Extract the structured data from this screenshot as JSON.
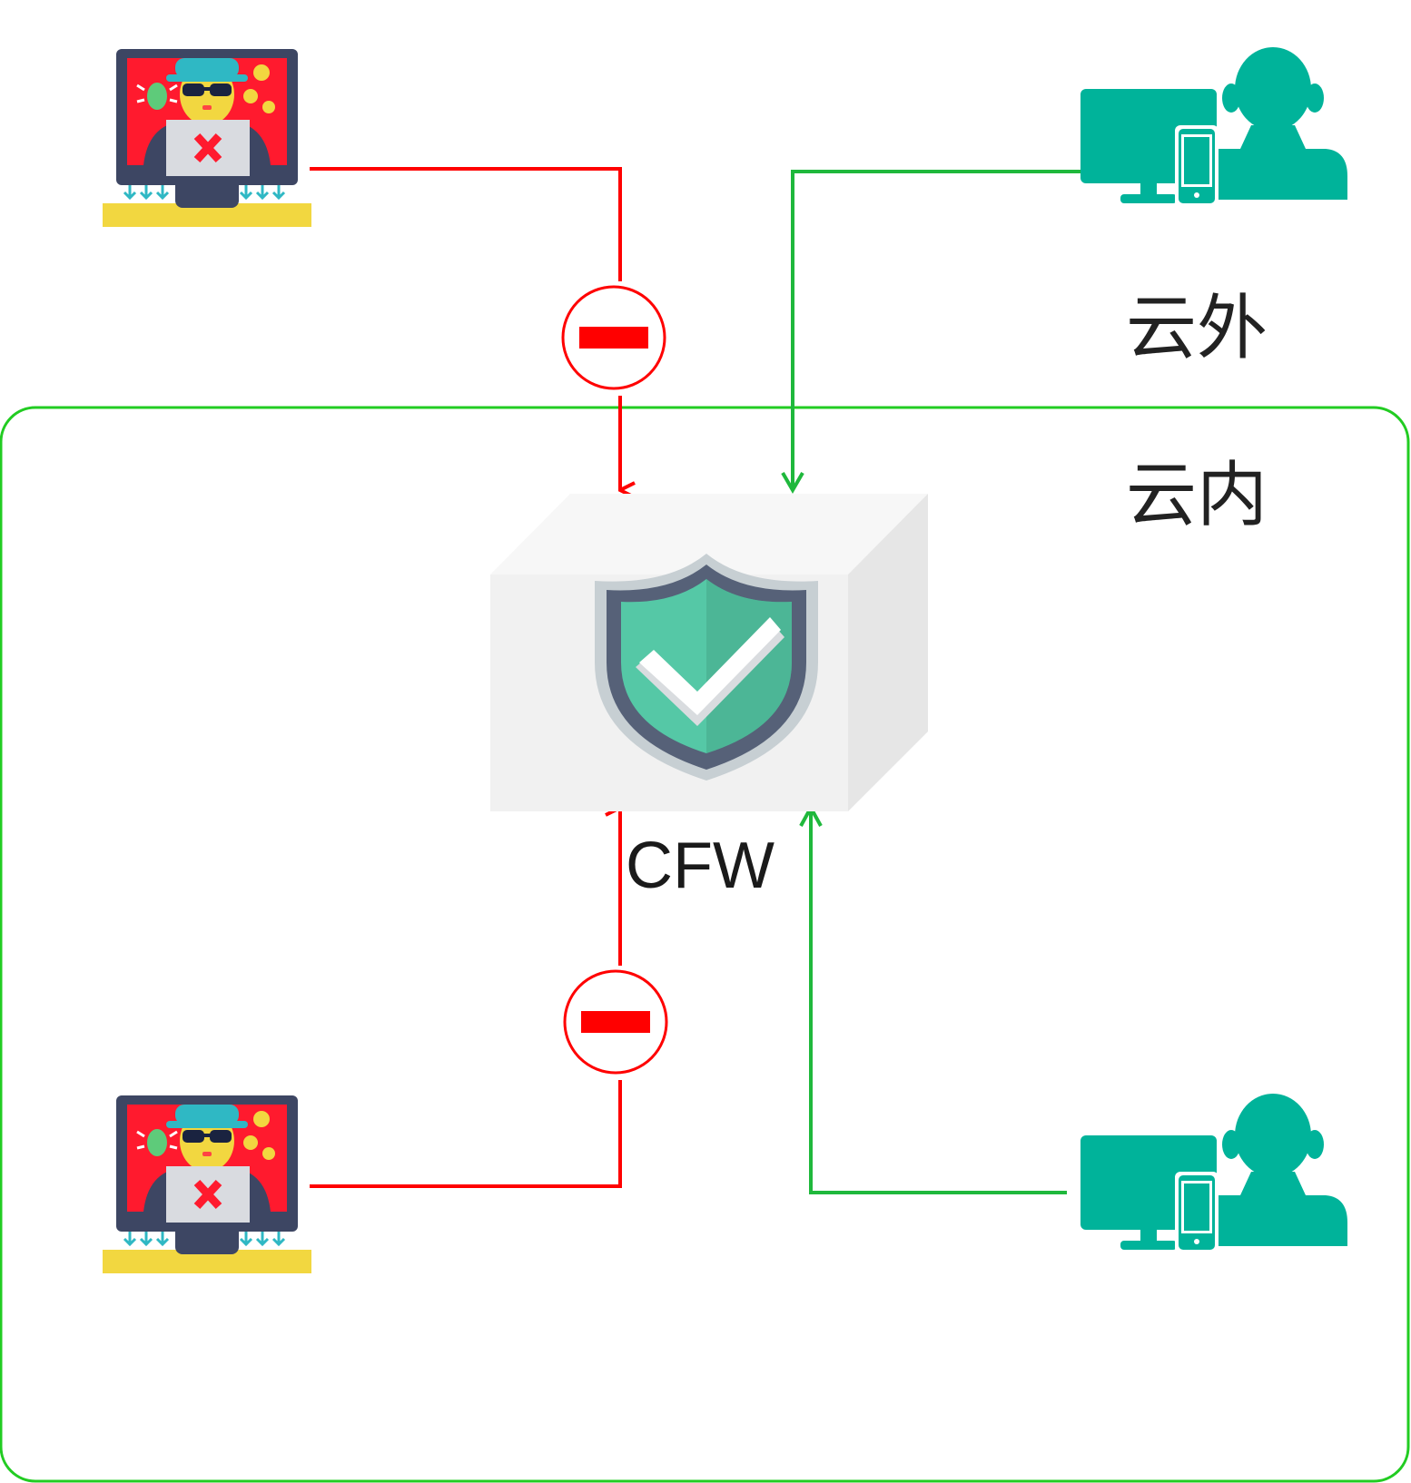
{
  "zones": {
    "outside_label": "云外",
    "inside_label": "云内"
  },
  "firewall": {
    "label": "CFW"
  },
  "colors": {
    "blocked": "#ff0000",
    "allowed": "#1fb83c",
    "zone_border": "#22cc22",
    "user_icon": "#00b39a",
    "hacker_screen": "#ff1a2e",
    "shield_fill": "#55c8a6"
  },
  "nodes": [
    {
      "id": "hacker-outside",
      "icon": "hacker-computer-icon",
      "zone": "outside",
      "traffic": "blocked"
    },
    {
      "id": "user-outside",
      "icon": "user-computer-icon",
      "zone": "outside",
      "traffic": "allowed"
    },
    {
      "id": "hacker-inside",
      "icon": "hacker-computer-icon",
      "zone": "inside",
      "traffic": "blocked"
    },
    {
      "id": "user-inside",
      "icon": "user-computer-icon",
      "zone": "inside",
      "traffic": "allowed"
    }
  ]
}
